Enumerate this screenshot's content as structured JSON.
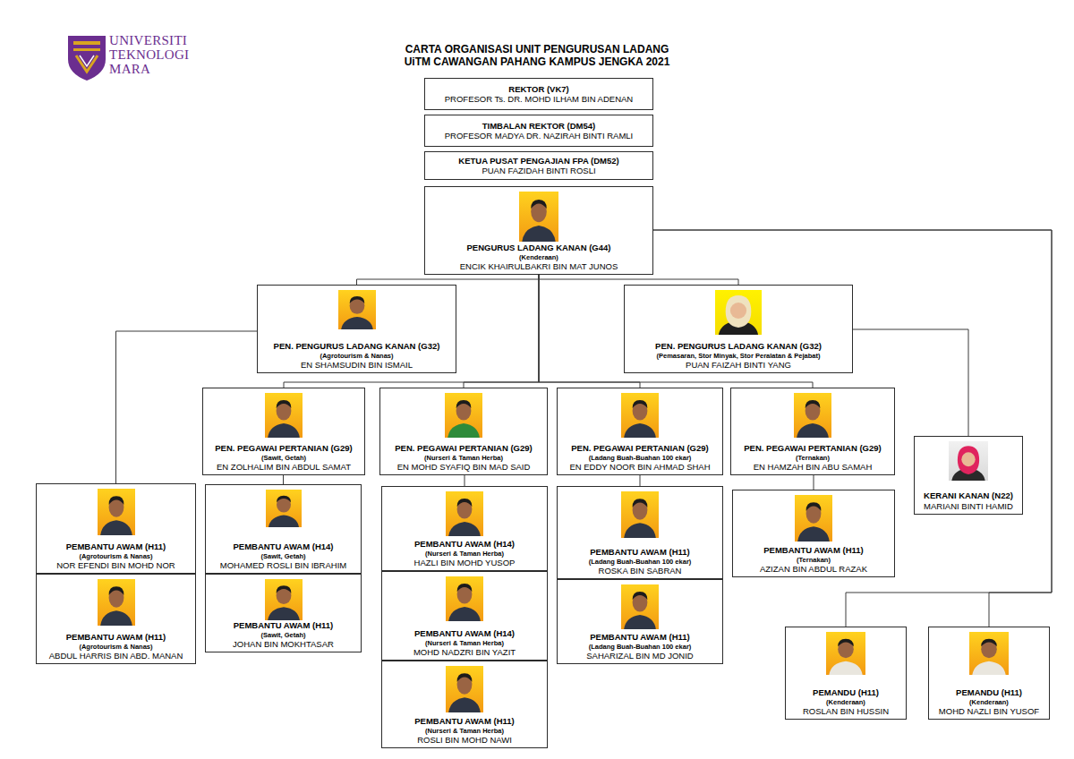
{
  "diagram": {
    "title": "CARTA ORGANISASI UNIT PENGURUSAN LADANG UiTM CAWANGAN PAHANG KAMPUS JENGKA 2021",
    "nodes": [
      {
        "text": [
          "REKTOR (VK7)",
          "PROFESOR Ts. DR. MOHD ILHAM BIN ADENAN"
        ]
      },
      {
        "text": [
          "TIMBALAN REKTOR (DM54)",
          "PROFESOR MADYA DR. NAZIRAH BINTI RAMLI"
        ]
      },
      {
        "text": [
          "KETUA PUSAT PENGAJIAN FPA (DM52)",
          "PUAN FAZIDAH BINTI ROSLI"
        ]
      },
      {
        "text": [
          "PENGURUS LADANG KANAN (G44)",
          "(Kenderaan)",
          "ENCIK KHAIRULBAKRI BIN MAT JUNOS"
        ]
      },
      {
        "text": [
          "PEN. PENGURUS LADANG KANAN (G32)",
          "(Agrotourism & Nanas)",
          "EN SHAMSUDIN BIN ISMAIL"
        ]
      },
      {
        "text": [
          "PEN. PENGURUS LADANG KANAN (G32)",
          "(Pemasaran, Stor Minyak, Stor Peralatan & Pejabat)",
          "PUAN FAIZAH BINTI YANG"
        ]
      },
      {
        "text": [
          "PEN. PEGAWAI PERTANIAN (G29)",
          "(Sawit, Getah)",
          "EN ZOLHALIM BIN ABDUL SAMAT"
        ]
      },
      {
        "text": [
          "PEN. PEGAWAI PERTANIAN (G29)",
          "(Nurseri & Taman Herba)",
          "EN MOHD SYAFIQ BIN MAD SAID"
        ]
      },
      {
        "text": [
          "PEN. PEGAWAI PERTANIAN (G29)",
          "(Ladang Buah-Buahan 100 ekar)",
          "EN EDDY NOOR BIN AHMAD SHAH"
        ]
      },
      {
        "text": [
          "PEN. PEGAWAI PERTANIAN (G29)",
          "(Ternakan)",
          "EN HAMZAH BIN ABU SAMAH"
        ]
      },
      {
        "text": [
          "KERANI KANAN (N22)",
          "MARIANI BINTI HAMID"
        ]
      },
      {
        "text": [
          "PEMBANTU AWAM (H11)",
          "(Agrotourism & Nanas)",
          "NOR EFENDI BIN MOHD NOR"
        ]
      },
      {
        "text": [
          "PEMBANTU AWAM (H11)",
          "(Agrotourism & Nanas)",
          "ABDUL HARRIS BIN ABD. MANAN"
        ]
      },
      {
        "text": [
          "PEMBANTU AWAM (H14)",
          "(Sawit, Getah)",
          "MOHAMED ROSLI BIN IBRAHIM"
        ]
      },
      {
        "text": [
          "PEMBANTU AWAM (H11)",
          "(Sawit, Getah)",
          "JOHAN BIN MOKHTASAR"
        ]
      },
      {
        "text": [
          "PEMBANTU AWAM (H14)",
          "(Nurseri & Taman Herba)",
          "HAZLI BIN MOHD YUSOP"
        ]
      },
      {
        "text": [
          "PEMBANTU AWAM (H14)",
          "(Nurseri & Taman Herba)",
          "MOHD NADZRI BIN YAZIT"
        ]
      },
      {
        "text": [
          "PEMBANTU AWAM (H11)",
          "(Nurseri & Taman Herba)",
          "ROSLI BIN MOHD NAWI"
        ]
      },
      {
        "text": [
          "PEMBANTU AWAM (H11)",
          "(Ladang Buah-Buahan 100 ekar)",
          "ROSKA BIN SABRAN"
        ]
      },
      {
        "text": [
          "PEMBANTU AWAM (H11)",
          "(Ladang Buah-Buahan 100 ekar)",
          "SAHARIZAL BIN MD JONID"
        ]
      },
      {
        "text": [
          "PEMBANTU AWAM (H11)",
          "(Ternakan)",
          "AZIZAN BIN ABDUL RAZAK"
        ]
      },
      {
        "text": [
          "PEMANDU (H11)",
          "(Kenderaan)",
          "ROSLAN BIN HUSSIN"
        ]
      },
      {
        "text": [
          "PEMANDU (H11)",
          "(Kenderaan)",
          "MOHD NAZLI BIN YUSOF"
        ]
      }
    ],
    "edges": [
      {
        "from": 3,
        "to": 4,
        "arrow": "none"
      },
      {
        "from": 3,
        "to": 5,
        "arrow": "none"
      },
      {
        "from": 3,
        "to": 6,
        "arrow": "none"
      },
      {
        "from": 3,
        "to": 7,
        "arrow": "none"
      },
      {
        "from": 3,
        "to": 8,
        "arrow": "none"
      },
      {
        "from": 3,
        "to": 9,
        "arrow": "none"
      },
      {
        "from": 4,
        "to": 11,
        "arrow": "none"
      },
      {
        "from": 5,
        "to": 10,
        "arrow": "none"
      },
      {
        "from": 3,
        "to": 21,
        "arrow": "none"
      },
      {
        "from": 3,
        "to": 22,
        "arrow": "none"
      },
      {
        "from": 6,
        "to": 13,
        "arrow": "none"
      },
      {
        "from": 7,
        "to": 15,
        "arrow": "none"
      },
      {
        "from": 8,
        "to": 18,
        "arrow": "none"
      },
      {
        "from": 9,
        "to": 20,
        "arrow": "none"
      }
    ],
    "labels": [
      "UNIVERSITI TEKNOLOGI MARA"
    ]
  }
}
